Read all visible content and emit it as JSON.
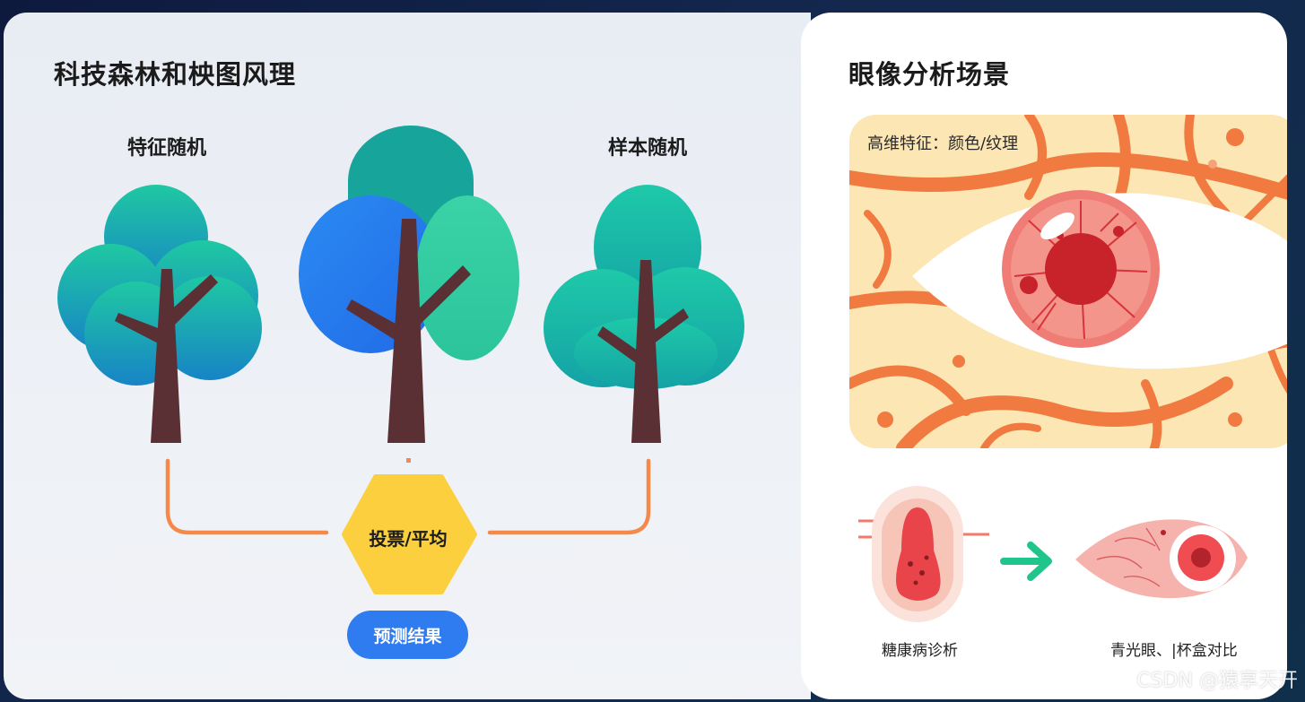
{
  "left": {
    "title": "科技森林和柍图风理",
    "label_feature": "特征随机",
    "label_sample": "样本随机",
    "hexagon_label": "投票/平均",
    "result_label": "预测结果"
  },
  "right": {
    "title": "眼像分析场景",
    "feature_text": "高维特征：颜色/纹理",
    "caption_diabetes": "糖康病诊析",
    "caption_glaucoma": "青光眼、|杯盒对比"
  },
  "watermark": "CSDN @猿享天开",
  "colors": {
    "connector": "#f5894a",
    "hexagon": "#fbcf3d",
    "result_pill": "#2f7bf0",
    "trunk": "#5a3034",
    "arrow": "#1fc58b",
    "vessel": "#f07a3f"
  }
}
